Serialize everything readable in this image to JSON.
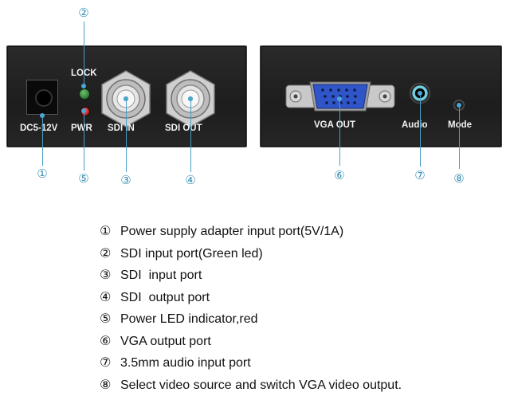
{
  "colors": {
    "callout": "#3a8fb5",
    "panel": "#222222",
    "vga_blue": "#2f55c8",
    "lock_led": "#2e7d32",
    "power_led": "#c62828"
  },
  "left_panel": {
    "dc_label": "DC5-12V",
    "lock_label": "LOCK",
    "pwr_label": "PWR",
    "sdi_in_label": "SDI IN",
    "sdi_out_label": "SDI OUT"
  },
  "right_panel": {
    "vga_label": "VGA OUT",
    "audio_label": "Audio",
    "mode_label": "Mode"
  },
  "callouts": [
    "①",
    "②",
    "③",
    "④",
    "⑤",
    "⑥",
    "⑦",
    "⑧"
  ],
  "legend": [
    {
      "symbol": "①",
      "text": "Power supply adapter input port(5V/1A)"
    },
    {
      "symbol": "②",
      "text": "SDI input port(Green led)"
    },
    {
      "symbol": "③",
      "text": "SDI  input port"
    },
    {
      "symbol": "④",
      "text": "SDI  output port"
    },
    {
      "symbol": "⑤",
      "text": "Power LED indicator,red"
    },
    {
      "symbol": "⑥",
      "text": "VGA output port"
    },
    {
      "symbol": "⑦",
      "text": "3.5mm audio input port"
    },
    {
      "symbol": "⑧",
      "text": "Select video source and switch VGA video output."
    }
  ]
}
